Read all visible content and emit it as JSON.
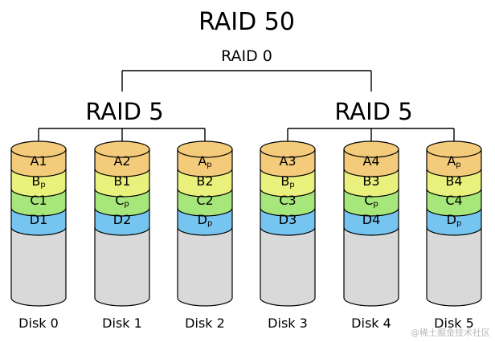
{
  "title": "RAID 50",
  "top_label": "RAID 0",
  "groups": [
    {
      "label": "RAID 5",
      "disks": [
        {
          "name": "Disk 0",
          "blocks": [
            "A1",
            "Bp",
            "C1",
            "D1"
          ]
        },
        {
          "name": "Disk 1",
          "blocks": [
            "A2",
            "B1",
            "Cp",
            "D2"
          ]
        },
        {
          "name": "Disk 2",
          "blocks": [
            "Ap",
            "B2",
            "C2",
            "Dp"
          ]
        }
      ]
    },
    {
      "label": "RAID 5",
      "disks": [
        {
          "name": "Disk 3",
          "blocks": [
            "A3",
            "Bp",
            "C3",
            "D3"
          ]
        },
        {
          "name": "Disk 4",
          "blocks": [
            "A4",
            "B3",
            "Cp",
            "D4"
          ]
        },
        {
          "name": "Disk 5",
          "blocks": [
            "Ap",
            "B4",
            "C4",
            "Dp"
          ]
        }
      ]
    }
  ],
  "colors": {
    "block_a": "#f3cb7a",
    "block_b": "#eaf07c",
    "block_c": "#a6e67a",
    "block_d": "#76c5f0",
    "disk_body": "#d9d9d9",
    "line": "#000000"
  },
  "watermark": "@稀土掘金技术社区"
}
